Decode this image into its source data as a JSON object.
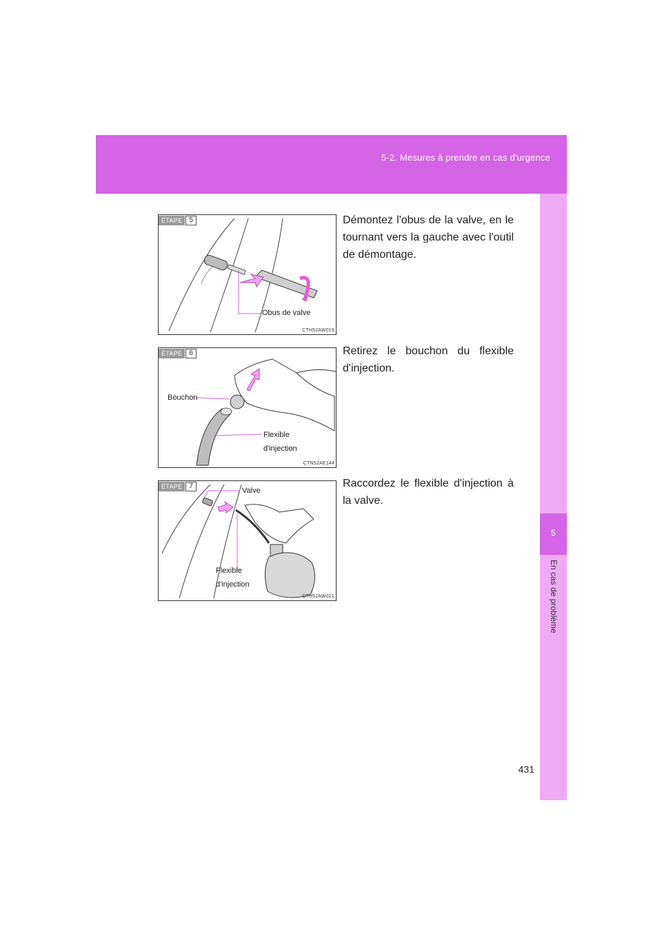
{
  "header": {
    "section_title": "5-2. Mesures à prendre en cas d'urgence"
  },
  "side_tab": {
    "chapter_number": "5",
    "chapter_name": "En cas de problème"
  },
  "page_number": "431",
  "colors": {
    "accent": "#d564e6",
    "accent_light": "#efaaf6",
    "callout_line": "#d564e6"
  },
  "steps": [
    {
      "label": "ÉTAPE",
      "number": "5",
      "figure_code": "CTH52AW019",
      "callouts": [
        "Obus de valve"
      ],
      "text": "Démontez l'obus de la valve, en le tournant vers la gauche avec l'outil de démontage."
    },
    {
      "label": "ÉTAPE",
      "number": "6",
      "figure_code": "CTN52AE144",
      "callouts": [
        "Bouchon",
        "Flexible",
        "d'injection"
      ],
      "text": "Retirez le bouchon du flexible d'injection."
    },
    {
      "label": "ÉTAPE",
      "number": "7",
      "figure_code": "CTH52AW021",
      "callouts": [
        "Valve",
        "Flexible",
        "d'injection"
      ],
      "text": "Raccordez le flexible d'injection à la valve."
    }
  ]
}
